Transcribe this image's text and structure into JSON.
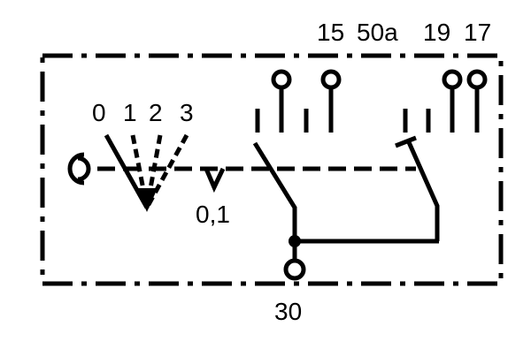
{
  "terminals": {
    "t15": "15",
    "t50a": "50a",
    "t19": "19",
    "t17": "17",
    "t30": "30"
  },
  "positions": [
    "0",
    "1",
    "2",
    "3"
  ],
  "intermediate_position": "0,1",
  "colors": {
    "line": "#000000",
    "background": "#ffffff"
  }
}
